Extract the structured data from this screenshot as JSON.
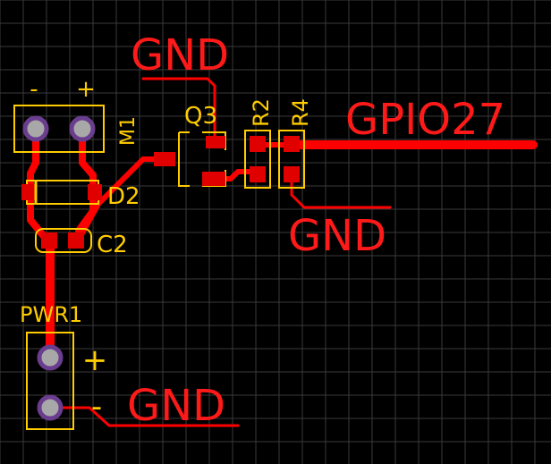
{
  "colors": {
    "background": "#000000",
    "grid": "#3a3a3a",
    "copper": "#ff0000",
    "pad": "#e00000",
    "silkscreen": "#ffcc00",
    "hole": "#a8a8a8",
    "hole_ring": "#6a3d8f"
  },
  "components": {
    "m1": {
      "designator": "M1",
      "pin_minus": "-",
      "pin_plus": "+"
    },
    "q3": {
      "designator": "Q3"
    },
    "r2": {
      "designator": "R2"
    },
    "r4": {
      "designator": "R4"
    },
    "d2": {
      "designator": "D2"
    },
    "c2": {
      "designator": "C2"
    },
    "pwr1": {
      "designator": "PWR1",
      "pin_plus": "+",
      "pin_minus": "-"
    }
  },
  "nets": {
    "gnd_top": "GND",
    "gpio": "GPIO27",
    "gnd_mid": "GND",
    "gnd_bottom": "GND"
  }
}
